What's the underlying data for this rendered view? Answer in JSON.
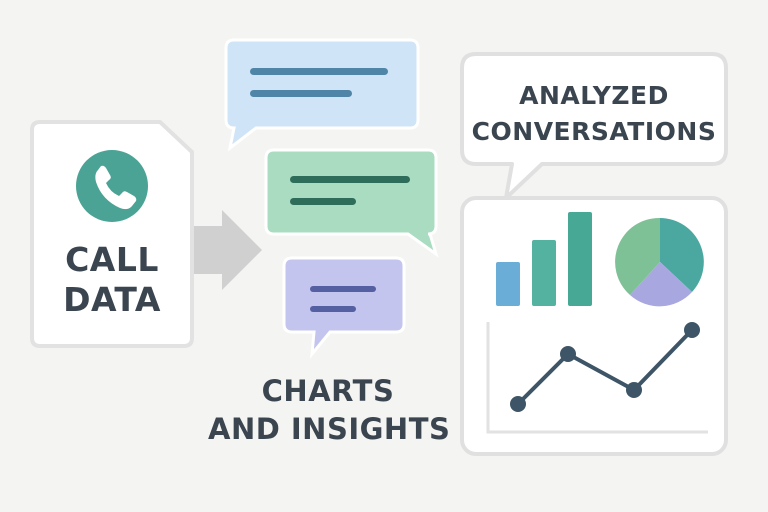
{
  "call_data": {
    "line1": "CALL",
    "line2": "DATA",
    "icon": "phone-icon",
    "icon_color": "#4aa394"
  },
  "charts_insights": {
    "line1": "CHARTS",
    "line2": "AND INSIGHTS"
  },
  "analyzed": {
    "line1": "ANALYZED",
    "line2": "CONVERSATIONS"
  },
  "bubbles": [
    {
      "name": "blue-message-bubble",
      "color": "#cfe4f7",
      "line_color": "#4f86a8"
    },
    {
      "name": "green-message-bubble",
      "color": "#a9dcc0",
      "line_color": "#2f6d5b"
    },
    {
      "name": "purple-message-bubble",
      "color": "#c4c5ee",
      "line_color": "#5560a3"
    }
  ],
  "colors": {
    "bar_blue": "#6aaed8",
    "bar_teal_1": "#53b3a0",
    "bar_teal_2": "#48a896",
    "pie_green": "#7fc196",
    "pie_teal": "#4aa8a0",
    "pie_purple": "#a9a7df",
    "line": "#3d5566",
    "text": "#3a4550",
    "arrow": "#cfcfcf",
    "border": "#e0e0e0"
  }
}
